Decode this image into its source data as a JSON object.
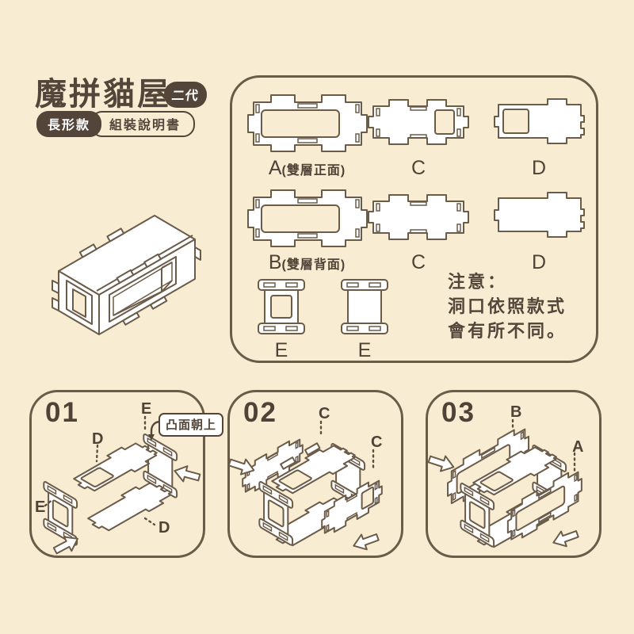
{
  "colors": {
    "background": "#f8edd2",
    "line_brown": "#6b5b49",
    "text_dark": "#4f4236",
    "badge_fill": "#53453a",
    "piece_fill": "#ffffff"
  },
  "header": {
    "title": "魔拼貓屋",
    "generation_badge": "二代",
    "model_tag": "長形款",
    "doc_tag": "組裝說明書"
  },
  "parts_panel": {
    "row1": [
      {
        "label": "A",
        "sub": "(雙層正面)"
      },
      {
        "label": "C"
      },
      {
        "label": "D"
      }
    ],
    "row2": [
      {
        "label": "B",
        "sub": "(雙層背面)"
      },
      {
        "label": "C"
      },
      {
        "label": "D"
      }
    ],
    "row3": [
      {
        "label": "E"
      },
      {
        "label": "E"
      }
    ],
    "note": [
      "注意：",
      "洞口依照款式",
      "會有所不同。"
    ]
  },
  "steps": [
    {
      "number": "01",
      "annotation": "凸面朝上",
      "labels": {
        "top": "E",
        "upper_left": "D",
        "left": "E",
        "bottom": "D"
      }
    },
    {
      "number": "02",
      "labels": {
        "top": "C",
        "right": "C"
      }
    },
    {
      "number": "03",
      "labels": {
        "top": "B",
        "right": "A"
      }
    }
  ]
}
